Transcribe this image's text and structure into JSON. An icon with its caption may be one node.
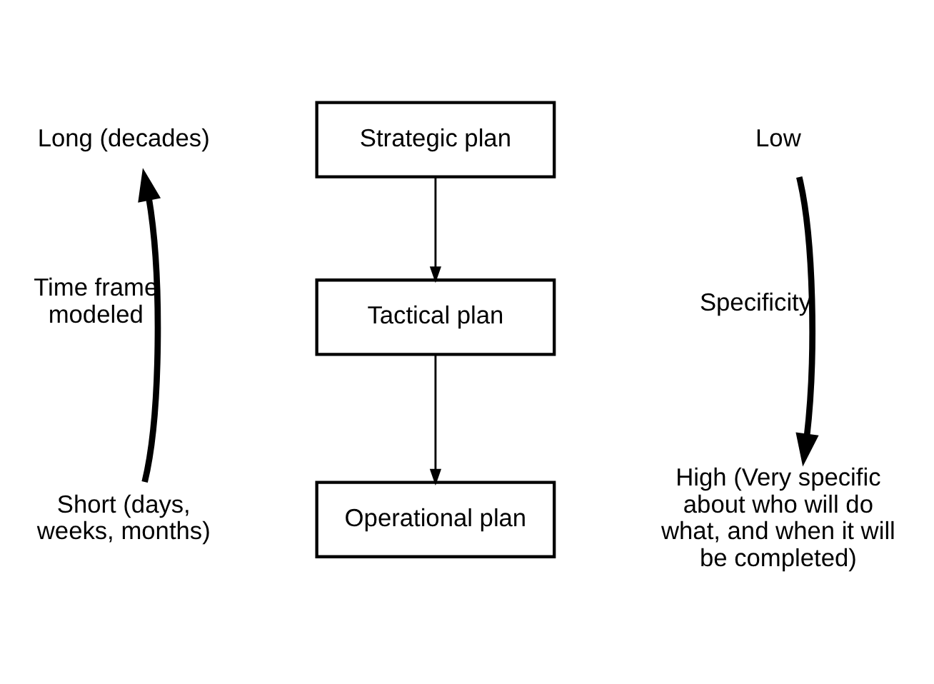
{
  "diagram": {
    "nodes": [
      {
        "text": [
          "Long (decades)"
        ]
      },
      {
        "text": [
          "Strategic plan"
        ]
      },
      {
        "text": [
          "Low"
        ]
      },
      {
        "text": [
          "Tactical plan"
        ]
      },
      {
        "text": [
          "Short (days, weeks, months)"
        ]
      },
      {
        "text": [
          "Operational plan"
        ]
      },
      {
        "text": [
          "High (Very specific about who will do what, and when it will be completed)"
        ]
      }
    ],
    "edges": [
      {
        "from": 1,
        "to": 3,
        "arrow": "to"
      },
      {
        "from": 3,
        "to": 5,
        "arrow": "to"
      },
      {
        "from": 4,
        "to": 0,
        "arrow": "to",
        "label": "Time frame modeled",
        "style": "thick"
      },
      {
        "from": 2,
        "to": 6,
        "arrow": "to",
        "label": "Specificity",
        "style": "thick"
      }
    ]
  }
}
